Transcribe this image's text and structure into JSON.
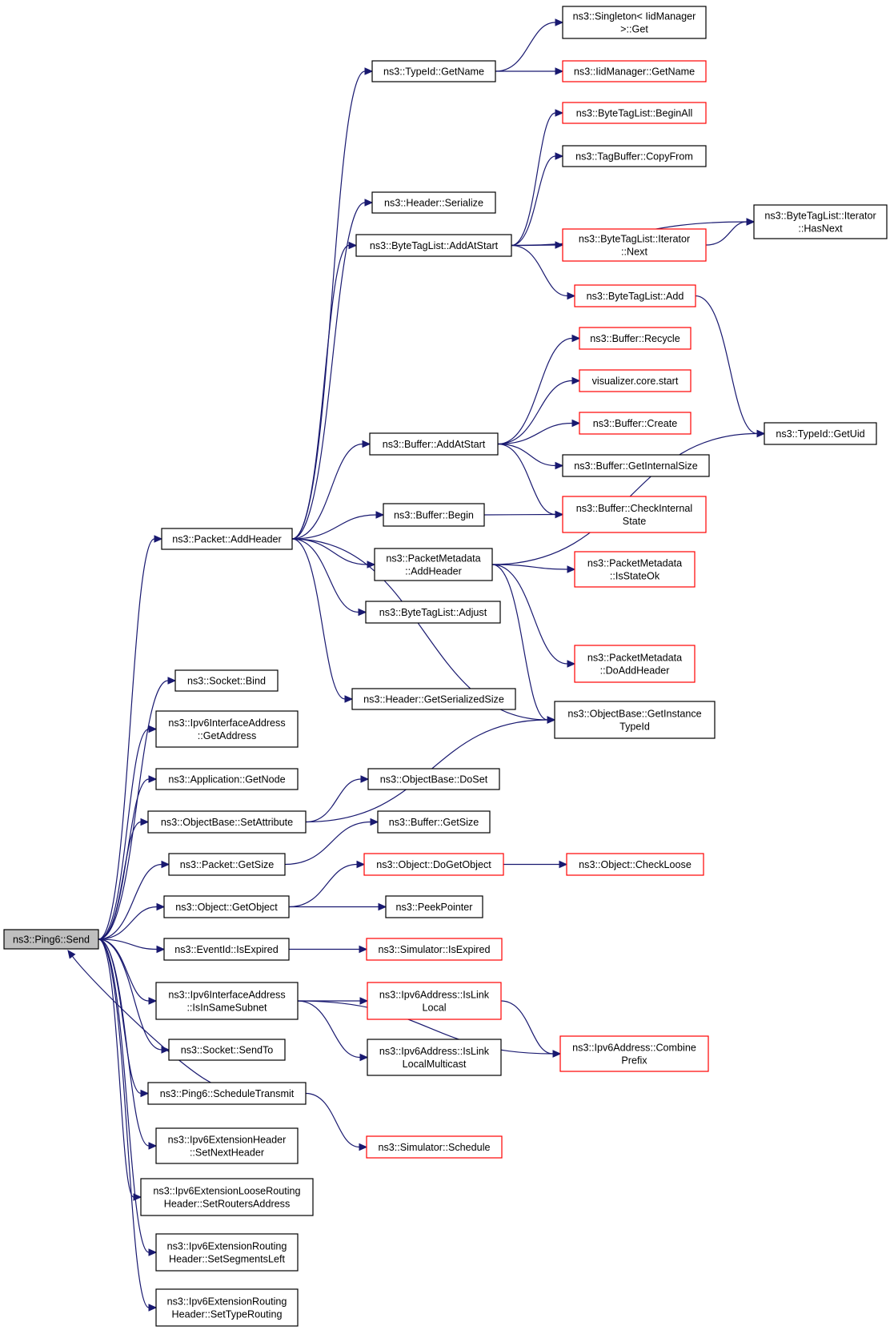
{
  "colors": {
    "edge": "#191970",
    "node_border": "#000000",
    "truncated_node_border": "#ff0000",
    "root_fill": "#bfbfbf"
  },
  "nodes": [
    {
      "id": "send",
      "lines": [
        "ns3::Ping6::Send"
      ],
      "style": "root"
    },
    {
      "id": "addheader",
      "lines": [
        "ns3::Packet::AddHeader"
      ],
      "style": "black"
    },
    {
      "id": "getname",
      "lines": [
        "ns3::TypeId::GetName"
      ],
      "style": "black"
    },
    {
      "id": "singleton",
      "lines": [
        "ns3::Singleton< IidManager",
        ">::Get"
      ],
      "style": "black"
    },
    {
      "id": "iidgetname",
      "lines": [
        "ns3::IidManager::GetName"
      ],
      "style": "red"
    },
    {
      "id": "beginall",
      "lines": [
        "ns3::ByteTagList::BeginAll"
      ],
      "style": "red"
    },
    {
      "id": "copyfrom",
      "lines": [
        "ns3::TagBuffer::CopyFrom"
      ],
      "style": "black"
    },
    {
      "id": "hdrserialize",
      "lines": [
        "ns3::Header::Serialize"
      ],
      "style": "black"
    },
    {
      "id": "btladdatstart",
      "lines": [
        "ns3::ByteTagList::AddAtStart"
      ],
      "style": "black"
    },
    {
      "id": "hasnext",
      "lines": [
        "ns3::ByteTagList::Iterator",
        "::HasNext"
      ],
      "style": "black"
    },
    {
      "id": "iternext",
      "lines": [
        "ns3::ByteTagList::Iterator",
        "::Next"
      ],
      "style": "red"
    },
    {
      "id": "btladd",
      "lines": [
        "ns3::ByteTagList::Add"
      ],
      "style": "red"
    },
    {
      "id": "recycle",
      "lines": [
        "ns3::Buffer::Recycle"
      ],
      "style": "red"
    },
    {
      "id": "vizstart",
      "lines": [
        "visualizer.core.start"
      ],
      "style": "red"
    },
    {
      "id": "bufcreate",
      "lines": [
        "ns3::Buffer::Create"
      ],
      "style": "red"
    },
    {
      "id": "bufaddatstart",
      "lines": [
        "ns3::Buffer::AddAtStart"
      ],
      "style": "black"
    },
    {
      "id": "getuid",
      "lines": [
        "ns3::TypeId::GetUid"
      ],
      "style": "black"
    },
    {
      "id": "getinternalsize",
      "lines": [
        "ns3::Buffer::GetInternalSize"
      ],
      "style": "black"
    },
    {
      "id": "bufbegin",
      "lines": [
        "ns3::Buffer::Begin"
      ],
      "style": "black"
    },
    {
      "id": "checkinternal",
      "lines": [
        "ns3::Buffer::CheckInternal",
        "State"
      ],
      "style": "red"
    },
    {
      "id": "pmaddheader",
      "lines": [
        "ns3::PacketMetadata",
        "::AddHeader"
      ],
      "style": "black"
    },
    {
      "id": "isstateok",
      "lines": [
        "ns3::PacketMetadata",
        "::IsStateOk"
      ],
      "style": "red"
    },
    {
      "id": "btladjust",
      "lines": [
        "ns3::ByteTagList::Adjust"
      ],
      "style": "black"
    },
    {
      "id": "doaddheader",
      "lines": [
        "ns3::PacketMetadata",
        "::DoAddHeader"
      ],
      "style": "red"
    },
    {
      "id": "socketbind",
      "lines": [
        "ns3::Socket::Bind"
      ],
      "style": "black"
    },
    {
      "id": "getserializedsize",
      "lines": [
        "ns3::Header::GetSerializedSize"
      ],
      "style": "black"
    },
    {
      "id": "getinstancetypeid",
      "lines": [
        "ns3::ObjectBase::GetInstance",
        "TypeId"
      ],
      "style": "black"
    },
    {
      "id": "ifaddrgetaddress",
      "lines": [
        "ns3::Ipv6InterfaceAddress",
        "::GetAddress"
      ],
      "style": "black"
    },
    {
      "id": "appgetnode",
      "lines": [
        "ns3::Application::GetNode"
      ],
      "style": "black"
    },
    {
      "id": "doset",
      "lines": [
        "ns3::ObjectBase::DoSet"
      ],
      "style": "black"
    },
    {
      "id": "setattribute",
      "lines": [
        "ns3::ObjectBase::SetAttribute"
      ],
      "style": "black"
    },
    {
      "id": "bufgetsize",
      "lines": [
        "ns3::Buffer::GetSize"
      ],
      "style": "black"
    },
    {
      "id": "pktgetsize",
      "lines": [
        "ns3::Packet::GetSize"
      ],
      "style": "black"
    },
    {
      "id": "dogetobject",
      "lines": [
        "ns3::Object::DoGetObject"
      ],
      "style": "red"
    },
    {
      "id": "checkloose",
      "lines": [
        "ns3::Object::CheckLoose"
      ],
      "style": "red"
    },
    {
      "id": "getobject",
      "lines": [
        "ns3::Object::GetObject"
      ],
      "style": "black"
    },
    {
      "id": "peekpointer",
      "lines": [
        "ns3::PeekPointer"
      ],
      "style": "black"
    },
    {
      "id": "eventisexpired",
      "lines": [
        "ns3::EventId::IsExpired"
      ],
      "style": "black"
    },
    {
      "id": "simisexpired",
      "lines": [
        "ns3::Simulator::IsExpired"
      ],
      "style": "red"
    },
    {
      "id": "isinsamesubnet",
      "lines": [
        "ns3::Ipv6InterfaceAddress",
        "::IsInSameSubnet"
      ],
      "style": "black"
    },
    {
      "id": "islinklocal",
      "lines": [
        "ns3::Ipv6Address::IsLink",
        "Local"
      ],
      "style": "red"
    },
    {
      "id": "combineprefix",
      "lines": [
        "ns3::Ipv6Address::Combine",
        "Prefix"
      ],
      "style": "red"
    },
    {
      "id": "islinklocalmc",
      "lines": [
        "ns3::Ipv6Address::IsLink",
        "LocalMulticast"
      ],
      "style": "black"
    },
    {
      "id": "socketsendto",
      "lines": [
        "ns3::Socket::SendTo"
      ],
      "style": "black"
    },
    {
      "id": "scheduletransmit",
      "lines": [
        "ns3::Ping6::ScheduleTransmit"
      ],
      "style": "black"
    },
    {
      "id": "simschedule",
      "lines": [
        "ns3::Simulator::Schedule"
      ],
      "style": "red"
    },
    {
      "id": "setnextheader",
      "lines": [
        "ns3::Ipv6ExtensionHeader",
        "::SetNextHeader"
      ],
      "style": "black"
    },
    {
      "id": "setroutersaddress",
      "lines": [
        "ns3::Ipv6ExtensionLooseRouting",
        "Header::SetRoutersAddress"
      ],
      "style": "black"
    },
    {
      "id": "setsegmentsleft",
      "lines": [
        "ns3::Ipv6ExtensionRouting",
        "Header::SetSegmentsLeft"
      ],
      "style": "black"
    },
    {
      "id": "settyperouting",
      "lines": [
        "ns3::Ipv6ExtensionRouting",
        "Header::SetTypeRouting"
      ],
      "style": "black"
    }
  ],
  "edges": [
    [
      "send",
      "addheader"
    ],
    [
      "send",
      "socketbind"
    ],
    [
      "send",
      "ifaddrgetaddress"
    ],
    [
      "send",
      "appgetnode"
    ],
    [
      "send",
      "setattribute"
    ],
    [
      "send",
      "pktgetsize"
    ],
    [
      "send",
      "getobject"
    ],
    [
      "send",
      "eventisexpired"
    ],
    [
      "send",
      "isinsamesubnet"
    ],
    [
      "send",
      "socketsendto"
    ],
    [
      "send",
      "scheduletransmit"
    ],
    [
      "send",
      "setnextheader"
    ],
    [
      "send",
      "setroutersaddress"
    ],
    [
      "send",
      "setsegmentsleft"
    ],
    [
      "send",
      "settyperouting"
    ],
    [
      "addheader",
      "getname"
    ],
    [
      "addheader",
      "hdrserialize"
    ],
    [
      "addheader",
      "btladdatstart"
    ],
    [
      "addheader",
      "bufaddatstart"
    ],
    [
      "addheader",
      "bufbegin"
    ],
    [
      "addheader",
      "pmaddheader"
    ],
    [
      "addheader",
      "btladjust"
    ],
    [
      "addheader",
      "getserializedsize"
    ],
    [
      "addheader",
      "getinstancetypeid"
    ],
    [
      "getname",
      "singleton"
    ],
    [
      "getname",
      "iidgetname"
    ],
    [
      "btladdatstart",
      "beginall"
    ],
    [
      "btladdatstart",
      "copyfrom"
    ],
    [
      "btladdatstart",
      "hasnext"
    ],
    [
      "btladdatstart",
      "iternext"
    ],
    [
      "btladdatstart",
      "btladd"
    ],
    [
      "iternext",
      "hasnext"
    ],
    [
      "btladd",
      "getuid"
    ],
    [
      "bufaddatstart",
      "recycle"
    ],
    [
      "bufaddatstart",
      "vizstart"
    ],
    [
      "bufaddatstart",
      "bufcreate"
    ],
    [
      "bufaddatstart",
      "getinternalsize"
    ],
    [
      "bufaddatstart",
      "checkinternal"
    ],
    [
      "bufbegin",
      "checkinternal"
    ],
    [
      "pmaddheader",
      "isstateok"
    ],
    [
      "pmaddheader",
      "getuid"
    ],
    [
      "pmaddheader",
      "doaddheader"
    ],
    [
      "pmaddheader",
      "getinstancetypeid"
    ],
    [
      "setattribute",
      "getinstancetypeid"
    ],
    [
      "setattribute",
      "doset"
    ],
    [
      "pktgetsize",
      "bufgetsize"
    ],
    [
      "getobject",
      "dogetobject"
    ],
    [
      "getobject",
      "peekpointer"
    ],
    [
      "dogetobject",
      "checkloose"
    ],
    [
      "eventisexpired",
      "simisexpired"
    ],
    [
      "isinsamesubnet",
      "islinklocal"
    ],
    [
      "isinsamesubnet",
      "islinklocalmc"
    ],
    [
      "isinsamesubnet",
      "combineprefix"
    ],
    [
      "islinklocal",
      "combineprefix"
    ],
    [
      "scheduletransmit",
      "send"
    ],
    [
      "scheduletransmit",
      "simschedule"
    ]
  ]
}
